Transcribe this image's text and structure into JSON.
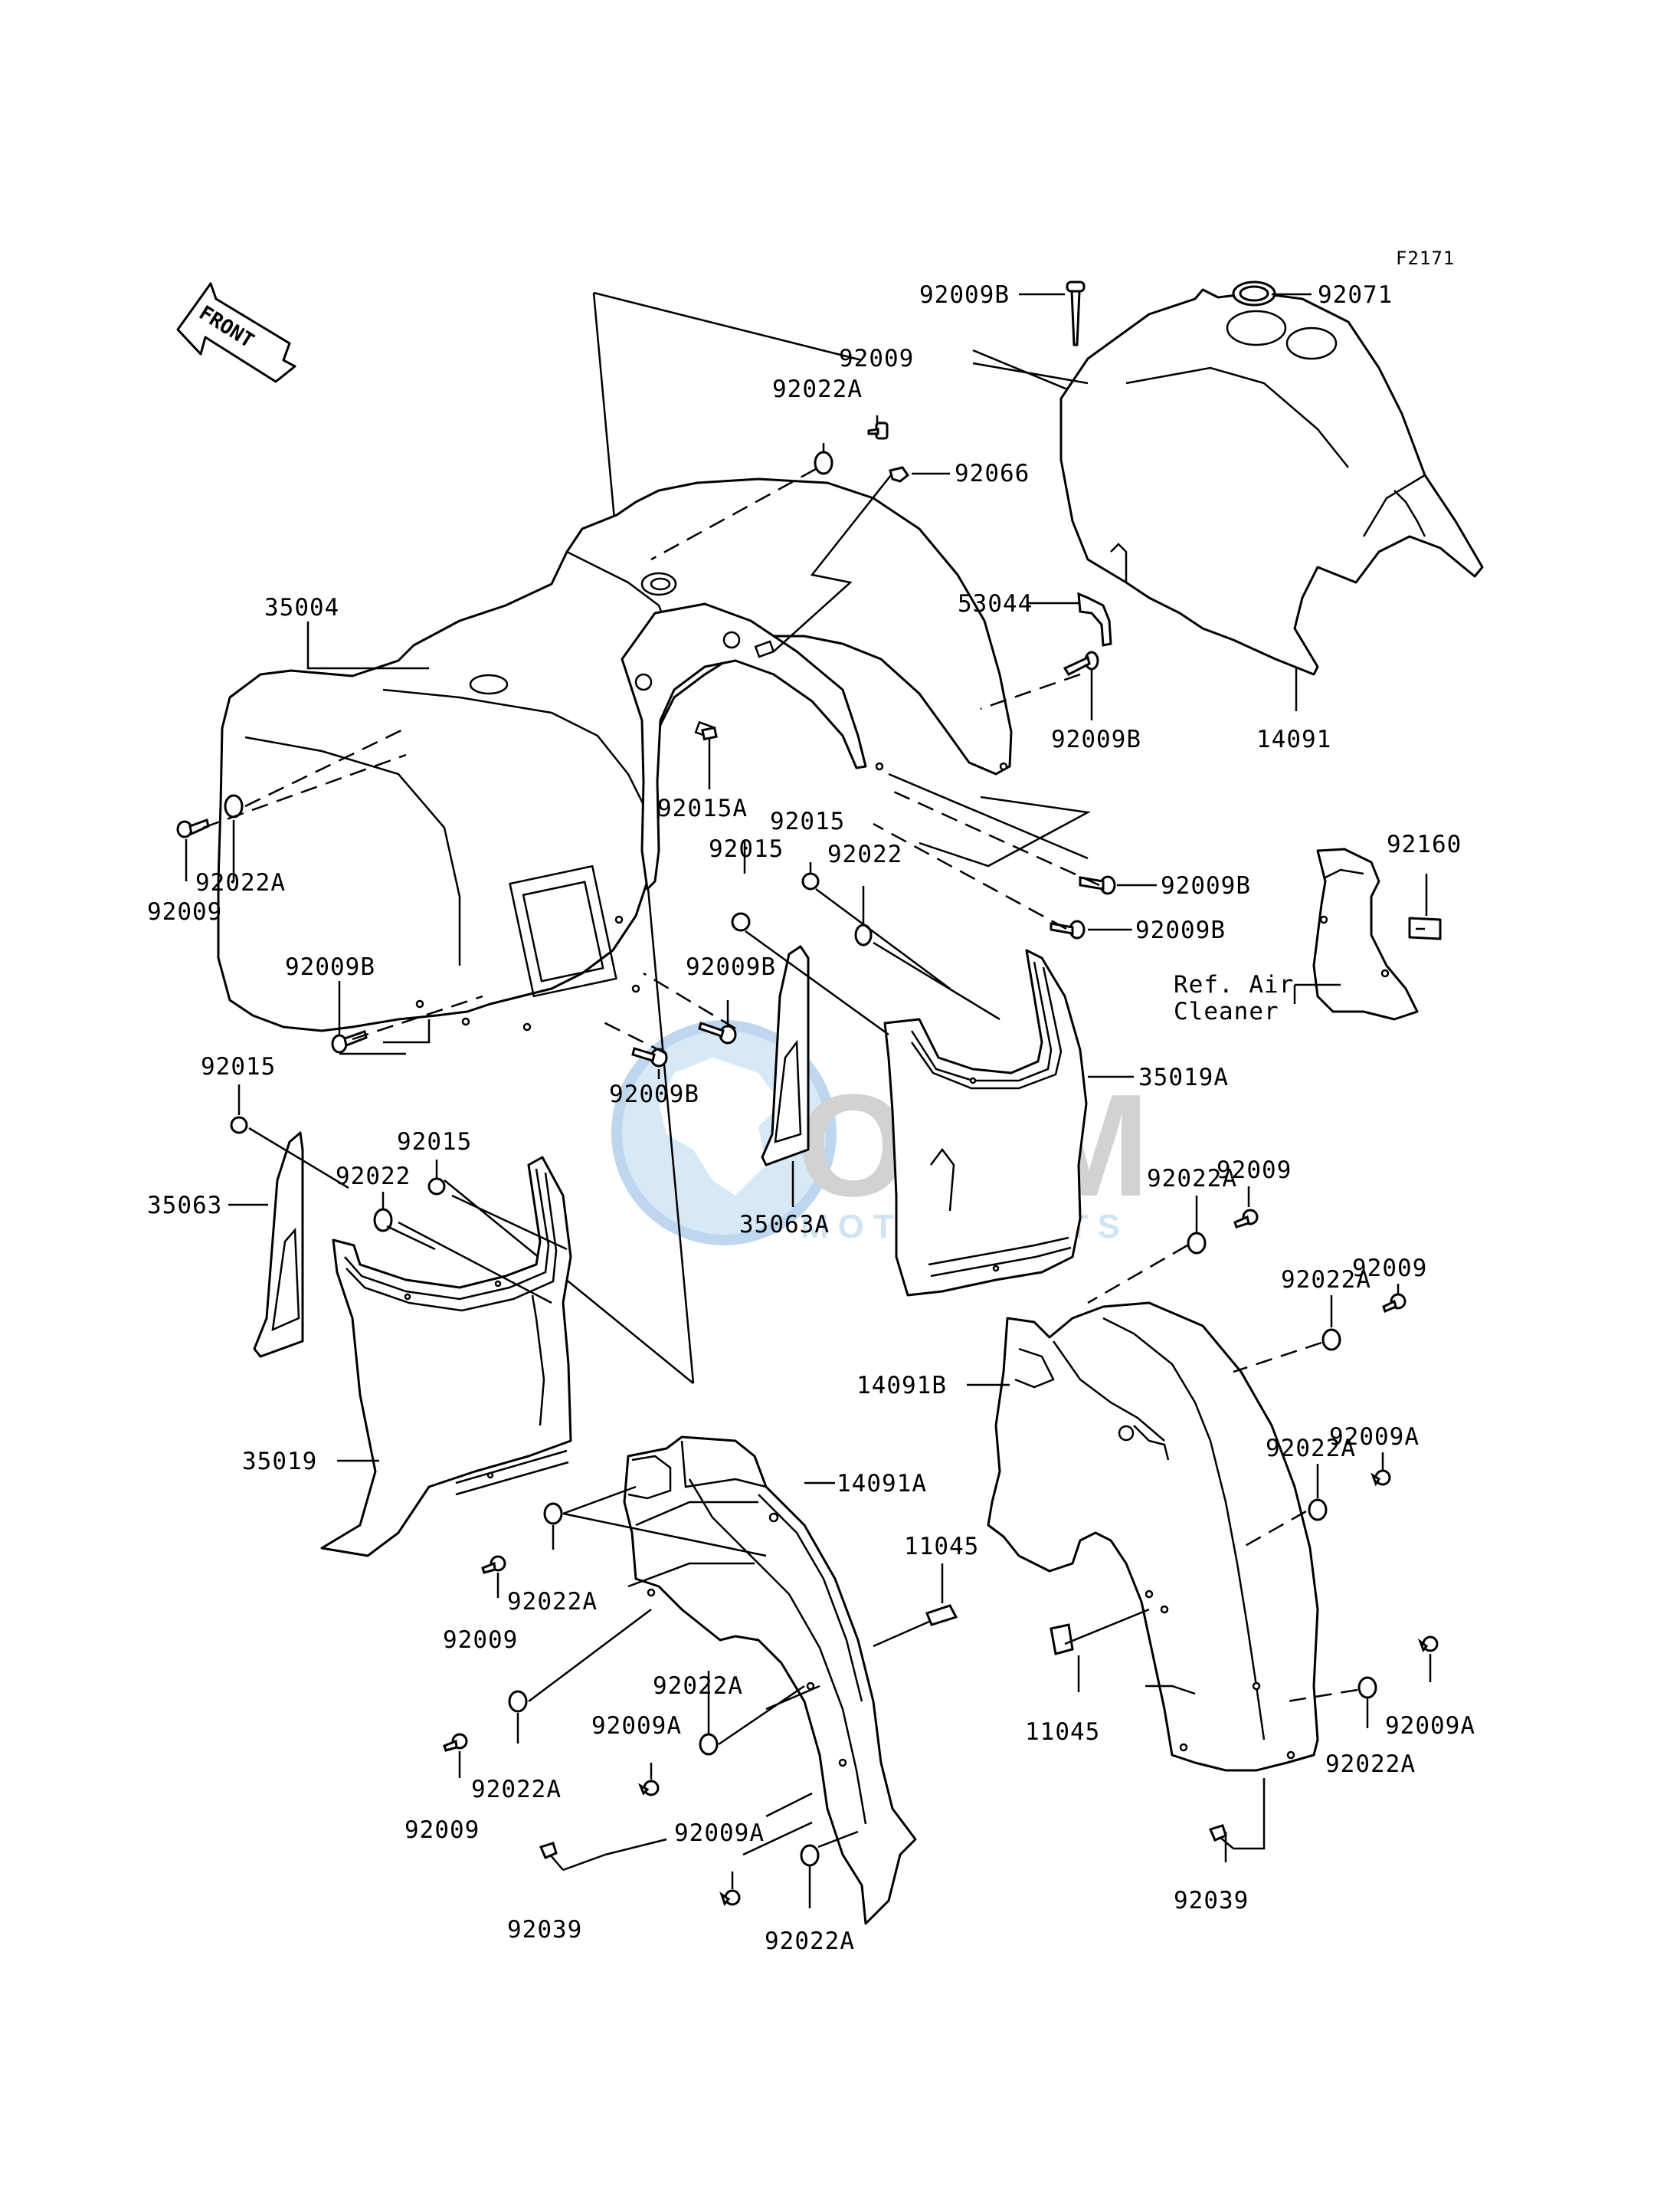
{
  "figure_code": "F2171",
  "front_arrow": {
    "label": "FRONT"
  },
  "reference_note": {
    "line1": "Ref. Air",
    "line2": "Cleaner"
  },
  "watermark": {
    "brand": "OEM",
    "sub": "MOTORPARTS"
  },
  "labels": {
    "p92009B_top": "92009B",
    "p92071": "92071",
    "p92009_top": "92009",
    "p92022A_top": "92022A",
    "p92066": "92066",
    "p35004": "35004",
    "p53044": "53044",
    "p92009B_r1": "92009B",
    "p14091": "14091",
    "p92015A": "92015A",
    "p92015_a": "92015",
    "p92015_b": "92015",
    "p92022_mid": "92022",
    "p92022A_left": "92022A",
    "p92009_left": "92009",
    "p92009B_r2": "92009B",
    "p92009B_r3": "92009B",
    "p92160": "92160",
    "p92009B_left": "92009B",
    "p92009B_mid": "92009B",
    "p92009B_mid2": "92009B",
    "p35019A": "35019A",
    "p92015_left": "92015",
    "p92015_c": "92015",
    "p92022_left": "92022",
    "p35063": "35063",
    "p35063A": "35063A",
    "p92009_r1": "92009",
    "p92022A_r1": "92022A",
    "p92009_r2": "92009",
    "p92022A_r2": "92022A",
    "p14091B": "14091B",
    "p92009A_r1": "92009A",
    "p92022A_r3": "92022A",
    "p35019": "35019",
    "p14091A": "14091A",
    "p11045_a": "11045",
    "p92009_bl": "92009",
    "p92022A_bl1": "92022A",
    "p92022A_bm": "92022A",
    "p92009A_bm": "92009A",
    "p11045_b": "11045",
    "p92009A_r2": "92009A",
    "p92022A_r4": "92022A",
    "p92022A_bl2": "92022A",
    "p92009_bl2": "92009",
    "p92009A_bm2": "92009A",
    "p92039_l": "92039",
    "p92022A_bm2": "92022A",
    "p92039_r": "92039"
  }
}
